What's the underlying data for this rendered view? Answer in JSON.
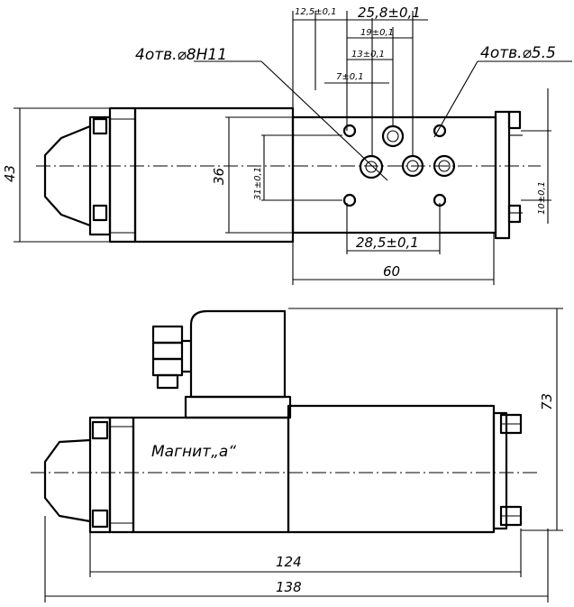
{
  "top_view": {
    "labels": {
      "holes_left": "4отв.⌀8Н11",
      "holes_right": "4отв.⌀5.5"
    },
    "dimensions": {
      "d_12_5": "12,5±0,1",
      "d_25_8": "25,8±0,1",
      "d_19": "19±0,1",
      "d_13": "13±0,1",
      "d_7": "7±0,1",
      "d_43": "43",
      "d_36": "36",
      "d_31": "31±0,1",
      "d_10": "10±0,1",
      "d_28_5": "28,5±0,1",
      "d_60": "60"
    }
  },
  "side_view": {
    "labels": {
      "magnet": "Магнит„а“"
    },
    "dimensions": {
      "d_73": "73",
      "d_124": "124",
      "d_138": "138"
    }
  }
}
